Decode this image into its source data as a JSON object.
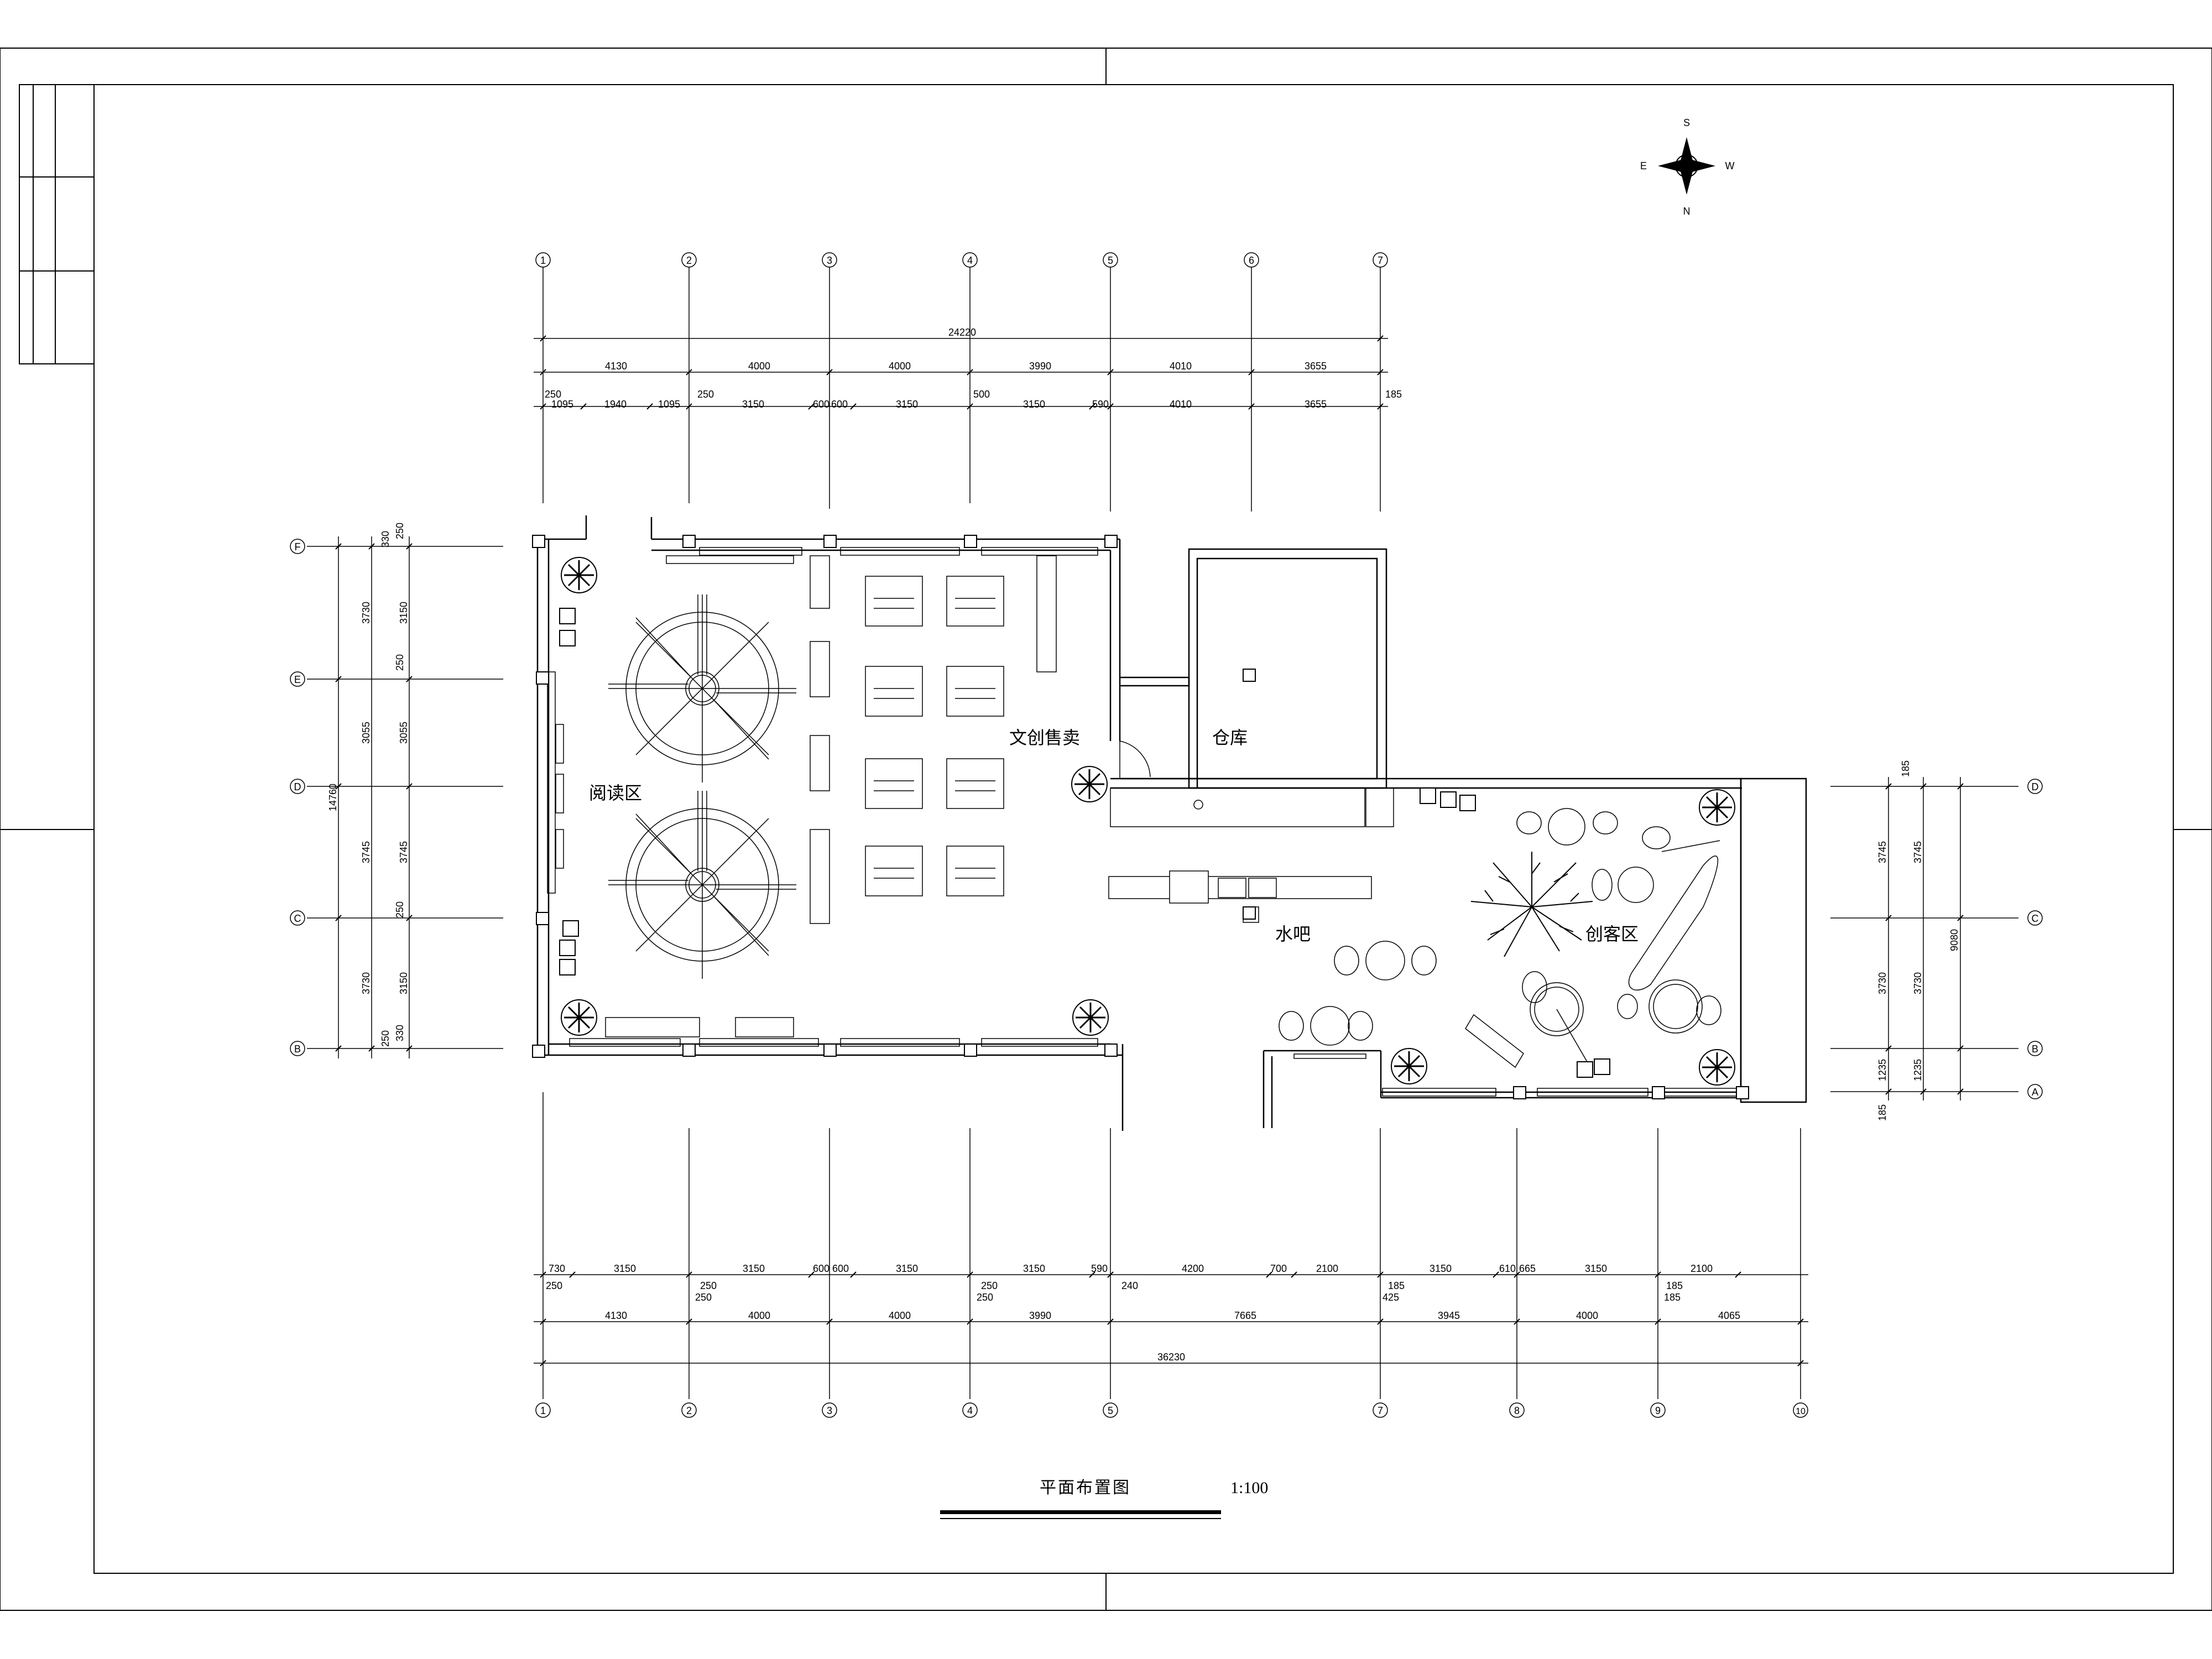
{
  "compass": {
    "north": "N",
    "south": "S",
    "east": "E",
    "west": "W"
  },
  "rooms": {
    "reading": "阅读区",
    "shop": "文创售卖",
    "storage": "仓库",
    "bar": "水吧",
    "maker": "创客区"
  },
  "caption": {
    "title": "平面布置图",
    "scale": "1:100"
  },
  "grid": {
    "top_axes": [
      "1",
      "2",
      "3",
      "4",
      "5",
      "6",
      "7"
    ],
    "bottom_axes": [
      "1",
      "2",
      "3",
      "4",
      "5",
      "7",
      "8",
      "9",
      "10"
    ],
    "left_axes": [
      "F",
      "E",
      "D",
      "C",
      "B"
    ],
    "right_axes": [
      "D",
      "C",
      "B",
      "A"
    ]
  },
  "dims": {
    "top_total": "24220",
    "top_bays": [
      "4130",
      "4000",
      "4000",
      "3990",
      "4010",
      "3655"
    ],
    "top_detail": [
      "1095",
      "1940",
      "1095",
      "3150",
      "600",
      "600",
      "3150",
      "500",
      "3150",
      "590",
      "4010",
      "3655",
      "185"
    ],
    "top_small": [
      "250",
      "250"
    ],
    "bottom_detail": [
      "730",
      "3150",
      "3150",
      "600",
      "600",
      "3150",
      "3150",
      "590",
      "4200",
      "700",
      "2100",
      "3150",
      "610",
      "665",
      "3150",
      "2100"
    ],
    "bottom_small_a": [
      "250",
      "250",
      "250",
      "250",
      "250",
      "240",
      "185",
      "425",
      "185",
      "185"
    ],
    "bottom_small_b": [
      "250",
      "250"
    ],
    "bottom_bays": [
      "4130",
      "4000",
      "4000",
      "3990",
      "7665",
      "3945",
      "4000",
      "4065"
    ],
    "bottom_total": "36230",
    "left_outer": [
      "3730",
      "3055",
      "3745",
      "3730"
    ],
    "left_total": "14760",
    "left_inner": [
      "330",
      "250",
      "3150",
      "250",
      "3055",
      "3745",
      "250",
      "3150",
      "250",
      "330"
    ],
    "right_inner": [
      "185",
      "3745",
      "3730",
      "1235",
      "185"
    ],
    "right_outer": [
      "3745",
      "3730",
      "1235"
    ],
    "right_total": "9080"
  }
}
